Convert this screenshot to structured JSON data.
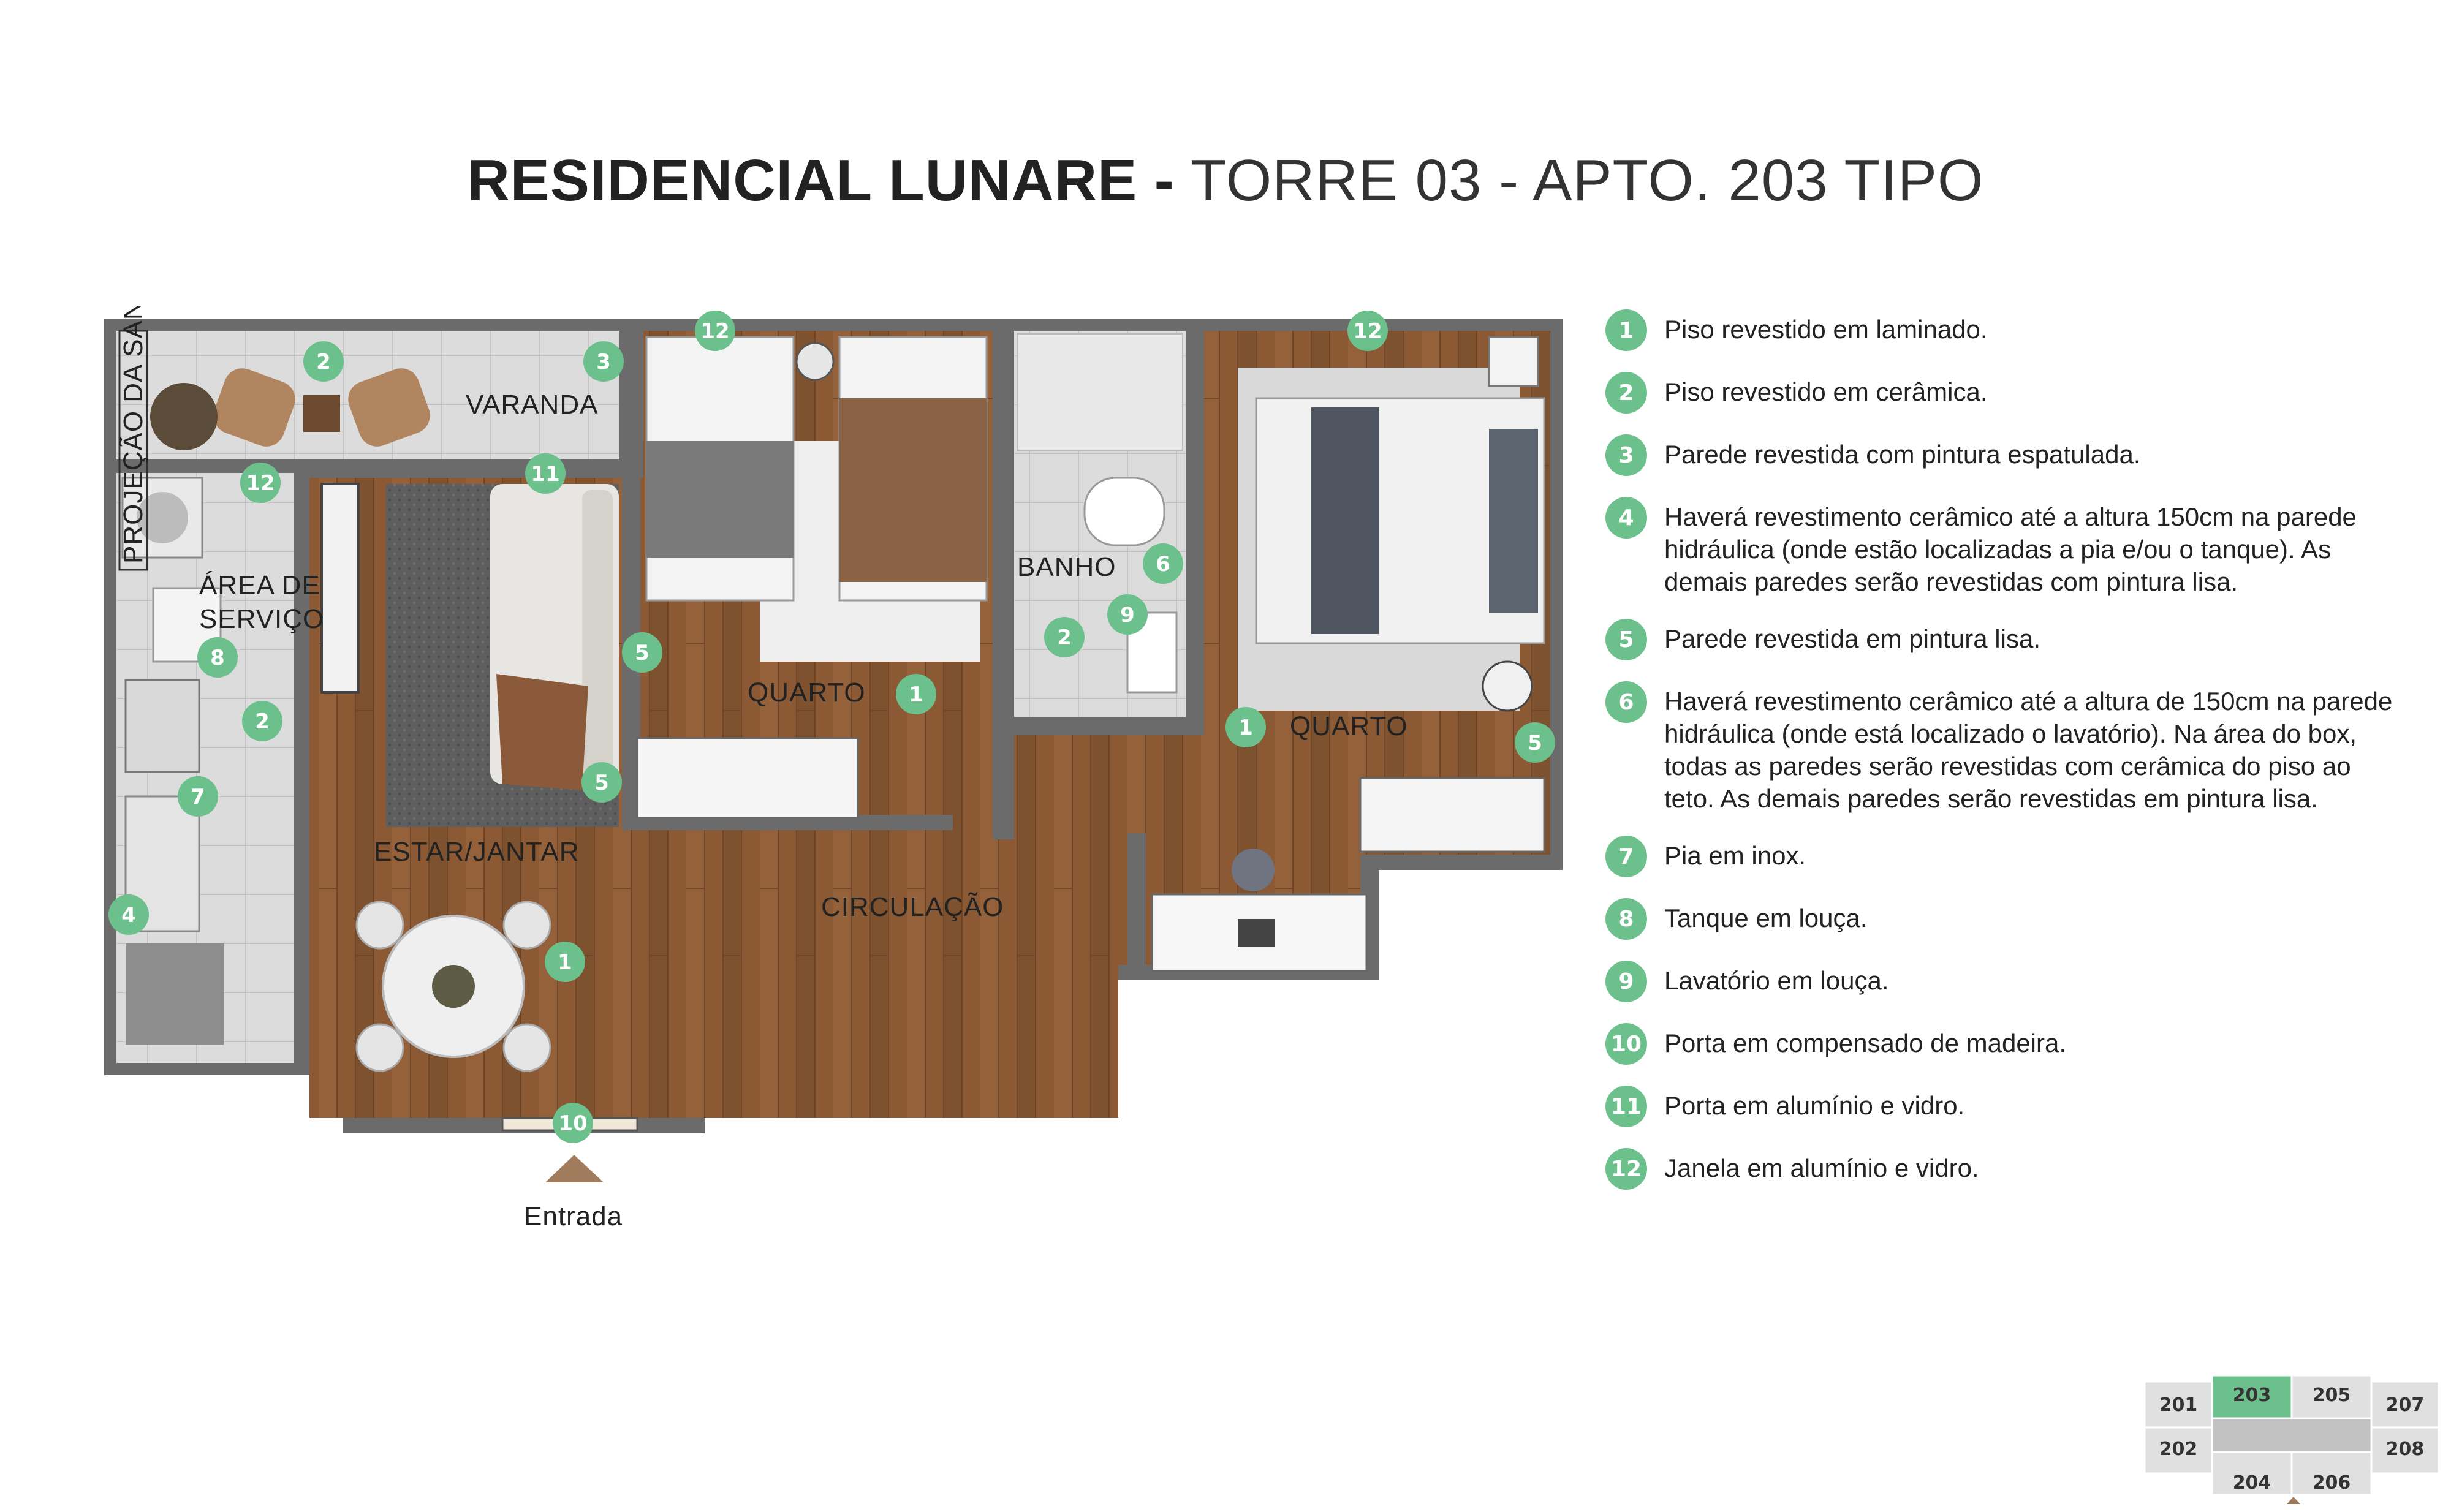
{
  "title": {
    "bold": "RESIDENCIAL LUNARE -",
    "light": " TORRE  03 - APTO. 203 TIPO"
  },
  "rooms": {
    "varanda": "VARANDA",
    "area_servico_1": "ÁREA DE",
    "area_servico_2": "SERVIÇO",
    "projecao": "PROJEÇÃO DA SANCA",
    "estar_jantar": "ESTAR/JANTAR",
    "quarto_1": "QUARTO",
    "banho": "BANHO",
    "quarto_2": "QUARTO",
    "circulacao": "CIRCULAÇÃO",
    "entrada": "Entrada"
  },
  "legend": [
    {
      "num": "1",
      "text": "Piso revestido em laminado."
    },
    {
      "num": "2",
      "text": "Piso revestido em cerâmica."
    },
    {
      "num": "3",
      "text": "Parede revestida com pintura espatulada."
    },
    {
      "num": "4",
      "text": "Haverá revestimento cerâmico até a altura 150cm na parede hidráulica (onde estão localizadas a pia e/ou o tanque). As demais paredes serão revestidas com pintura lisa."
    },
    {
      "num": "5",
      "text": "Parede revestida em pintura lisa."
    },
    {
      "num": "6",
      "text": "Haverá revestimento cerâmico até a altura de 150cm na parede hidráulica (onde está localizado o lavatório). Na área do box, todas as paredes serão revestidas com cerâmica do piso ao teto. As demais paredes serão revestidas em pintura lisa."
    },
    {
      "num": "7",
      "text": "Pia em inox."
    },
    {
      "num": "8",
      "text": "Tanque em louça."
    },
    {
      "num": "9",
      "text": "Lavatório em louça."
    },
    {
      "num": "10",
      "text": "Porta em compensado de madeira."
    },
    {
      "num": "11",
      "text": "Porta em alumínio e vidro."
    },
    {
      "num": "12",
      "text": "Janela em alumínio e vidro."
    }
  ],
  "keyplan": {
    "units": [
      "201",
      "202",
      "203",
      "204",
      "205",
      "206",
      "207",
      "208"
    ],
    "highlight": "203"
  },
  "colors": {
    "accent": "#6cc08c",
    "wood": "#8b5a35",
    "tile": "#d9d9d9",
    "wall": "#6b6b6b"
  }
}
